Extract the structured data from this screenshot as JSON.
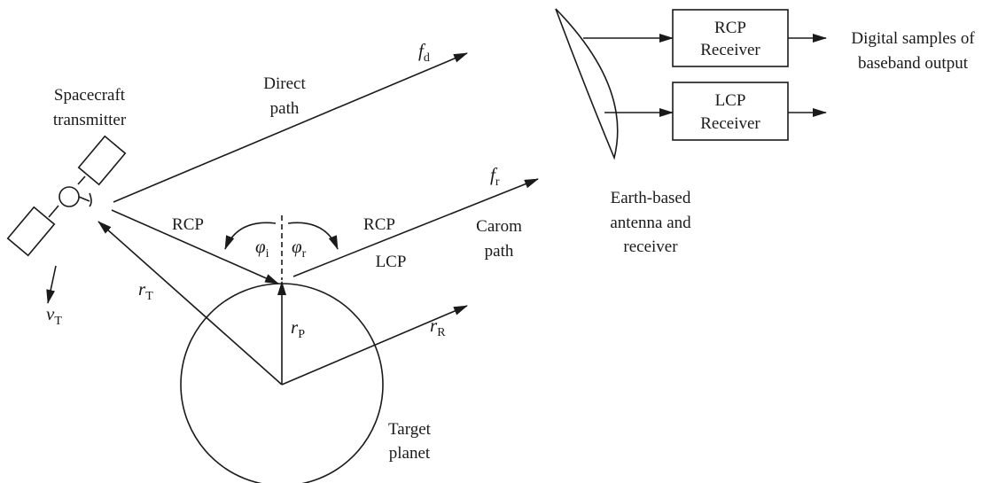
{
  "spacecraft": {
    "label_line1": "Spacecraft",
    "label_line2": "transmitter",
    "velocity_symbol": "v",
    "velocity_sub": "T"
  },
  "paths": {
    "direct_line1": "Direct",
    "direct_line2": "path",
    "carom_line1": "Carom",
    "carom_line2": "path",
    "fd_symbol": "f",
    "fd_sub": "d",
    "fr_symbol": "f",
    "fr_sub": "r"
  },
  "polarization": {
    "incident": "RCP",
    "reflected_rcp": "RCP",
    "reflected_lcp": "LCP"
  },
  "angles": {
    "incidence_symbol": "φ",
    "incidence_sub": "i",
    "reflection_symbol": "φ",
    "reflection_sub": "r"
  },
  "vectors": {
    "rt_symbol": "r",
    "rt_sub": "T",
    "rp_symbol": "r",
    "rp_sub": "P",
    "rr_symbol": "r",
    "rr_sub": "R"
  },
  "planet": {
    "label_line1": "Target",
    "label_line2": "planet"
  },
  "antenna": {
    "label_line1": "Earth-based",
    "label_line2": "antenna and",
    "label_line3": "receiver"
  },
  "receivers": {
    "rcp_line1": "RCP",
    "rcp_line2": "Receiver",
    "lcp_line1": "LCP",
    "lcp_line2": "Receiver"
  },
  "output": {
    "line1": "Digital samples of",
    "line2": "baseband output"
  }
}
